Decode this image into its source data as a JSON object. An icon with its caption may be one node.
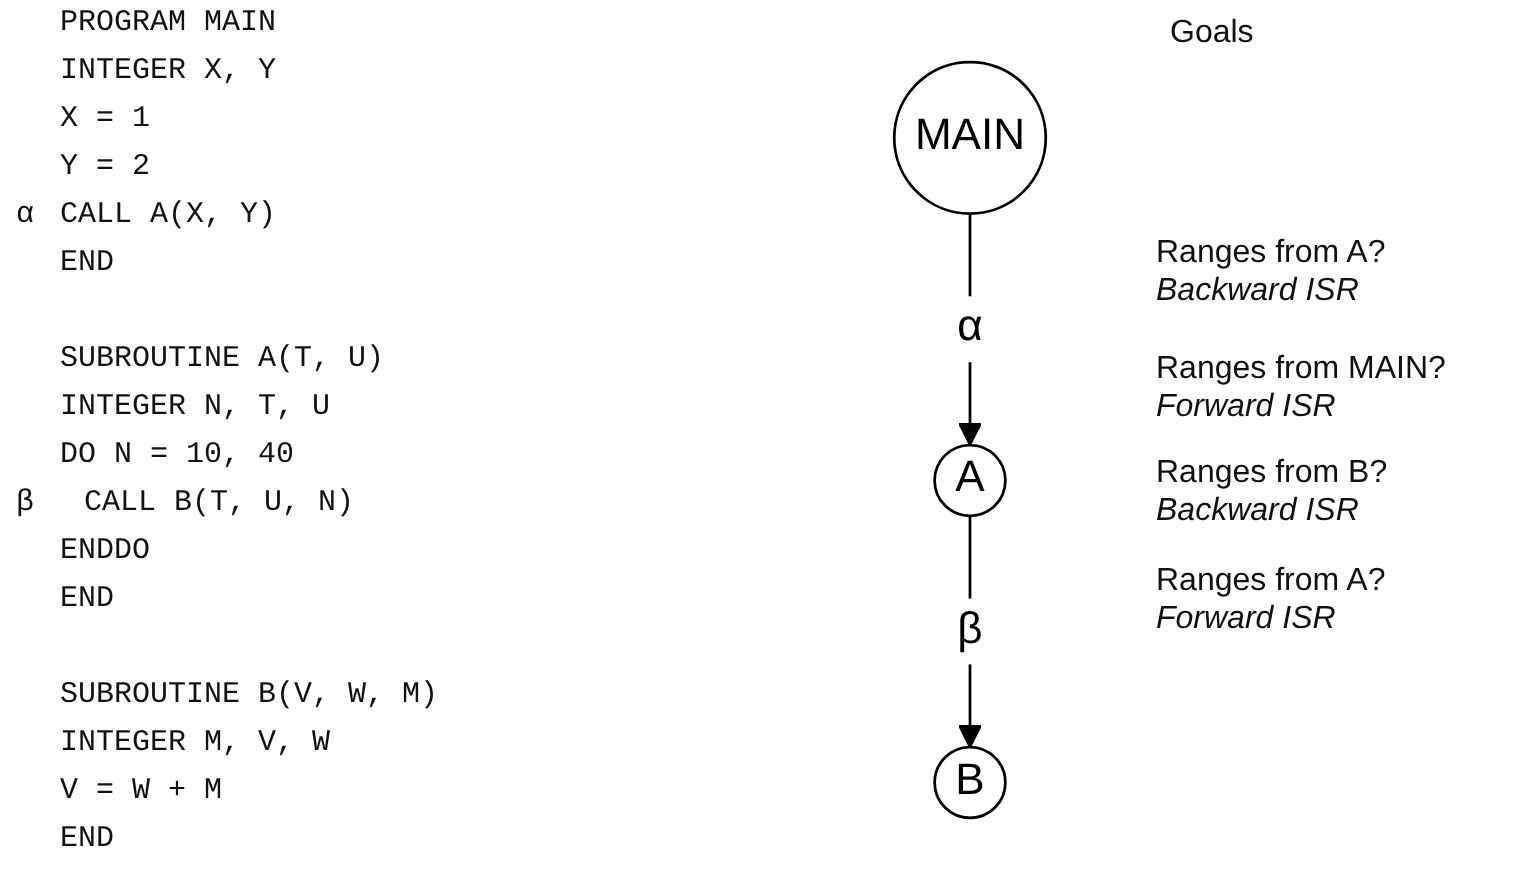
{
  "diagram": {
    "nodes": [
      {
        "text": [
          "MAIN"
        ]
      },
      {
        "text": [
          "A"
        ]
      },
      {
        "text": [
          "B"
        ]
      }
    ],
    "edges": [
      {
        "from": 0,
        "to": 1,
        "arrow": "to",
        "label": "α"
      },
      {
        "from": 1,
        "to": 2,
        "arrow": "to",
        "label": "β"
      }
    ],
    "labels": [
      "PROGRAM MAIN",
      "INTEGER X, Y",
      "X = 1",
      "Y = 2",
      "α",
      "CALL A(X, Y)",
      "END",
      "SUBROUTINE A(T, U)",
      "INTEGER N, T, U",
      "DO N = 10, 40",
      "β",
      "CALL B(T, U, N)",
      "ENDDO",
      "END",
      "SUBROUTINE B(V, W, M)",
      "INTEGER M, V, W",
      "V = W + M",
      "END",
      "Goals",
      "Ranges from A?",
      "Backward ISR",
      "Ranges from MAIN?",
      "Forward ISR",
      "Ranges from B?",
      "Backward ISR",
      "Ranges from A?",
      "Forward ISR"
    ]
  }
}
